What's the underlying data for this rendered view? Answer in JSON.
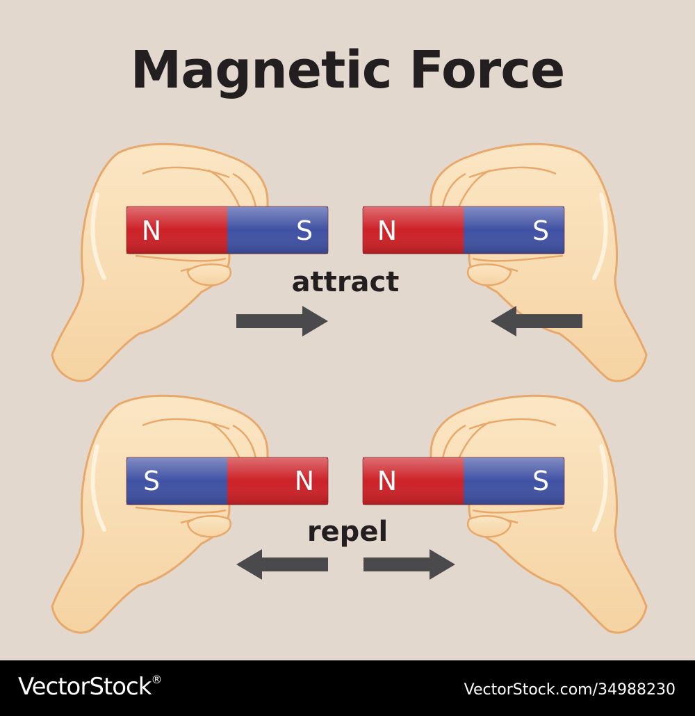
{
  "title": "Magnetic Force",
  "colors": {
    "background": "#e2d8ce",
    "north_pole": "#cc2127",
    "south_pole": "#3f51a3",
    "arrow": "#4a4a4c",
    "skin": "#f8dcb0",
    "skin_outline": "#e8a86a"
  },
  "rows": [
    {
      "label": "attract",
      "left_magnet": [
        "N",
        "S"
      ],
      "right_magnet": [
        "N",
        "S"
      ],
      "arrows": "inward"
    },
    {
      "label": "repel",
      "left_magnet": [
        "S",
        "N"
      ],
      "right_magnet": [
        "N",
        "S"
      ],
      "arrows": "outward"
    }
  ],
  "footer": {
    "brand": "VectorStock",
    "brand_mark": "®",
    "credit": "VectorStock.com/34988230"
  }
}
